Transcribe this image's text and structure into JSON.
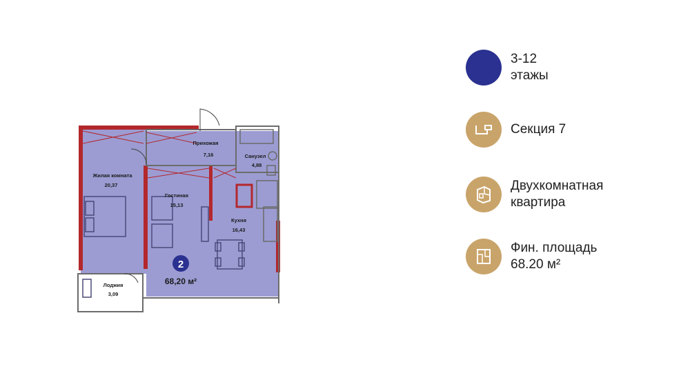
{
  "plan": {
    "rooms": [
      {
        "name": "Прихожая",
        "area": "7,16"
      },
      {
        "name": "Санузел",
        "area": "4,88"
      },
      {
        "name": "Жилая комната",
        "area": "20,37"
      },
      {
        "name": "Гостиная",
        "area": "15,13"
      },
      {
        "name": "Кухня",
        "area": "16,43"
      },
      {
        "name": "Лоджия",
        "area": "3,09"
      }
    ],
    "apartment_number": "2",
    "total_area": "68,20 м²"
  },
  "colors": {
    "room_fill": "#9c9cd3",
    "wall": "#b3282d",
    "floors_badge": "#2b3190",
    "gold_badge": "#c9a46a"
  },
  "info": {
    "floors": {
      "line1": "3-12",
      "line2": "этажы",
      "icon": "circle-dot-icon"
    },
    "section": {
      "line1": "Секция 7",
      "icon": "section-icon"
    },
    "type": {
      "line1": "Двухкомнатная",
      "line2": "квартира",
      "icon": "rooms-icon"
    },
    "area": {
      "line1": "Фин. площадь",
      "line2": "68.20 м²",
      "icon": "area-icon"
    }
  }
}
